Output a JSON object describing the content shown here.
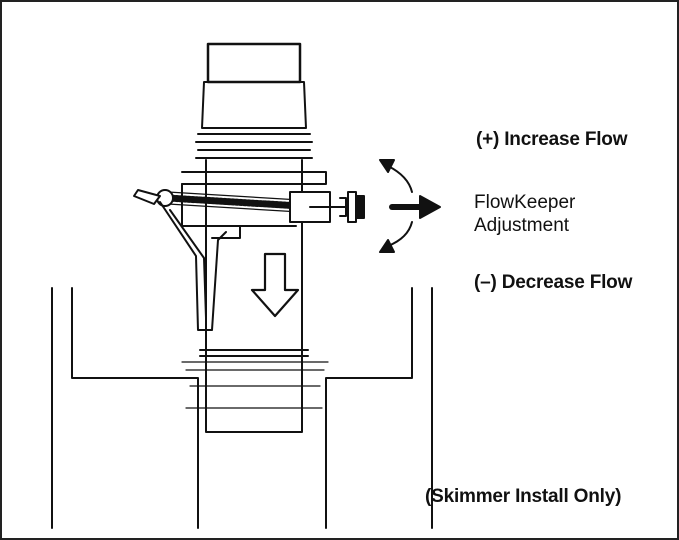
{
  "labels": {
    "increase_flow": "(+) Increase Flow",
    "adjustment_line1": "FlowKeeper",
    "adjustment_line2": "Adjustment",
    "decrease_flow": "(–) Decrease Flow",
    "skimmer_note": "(Skimmer Install Only)"
  },
  "colors": {
    "ink": "#111111",
    "background": "#ffffff"
  },
  "icons": [
    "rotate-up-arrow-icon",
    "rotate-down-arrow-icon",
    "direction-right-arrow-icon",
    "flow-down-arrow-icon"
  ]
}
